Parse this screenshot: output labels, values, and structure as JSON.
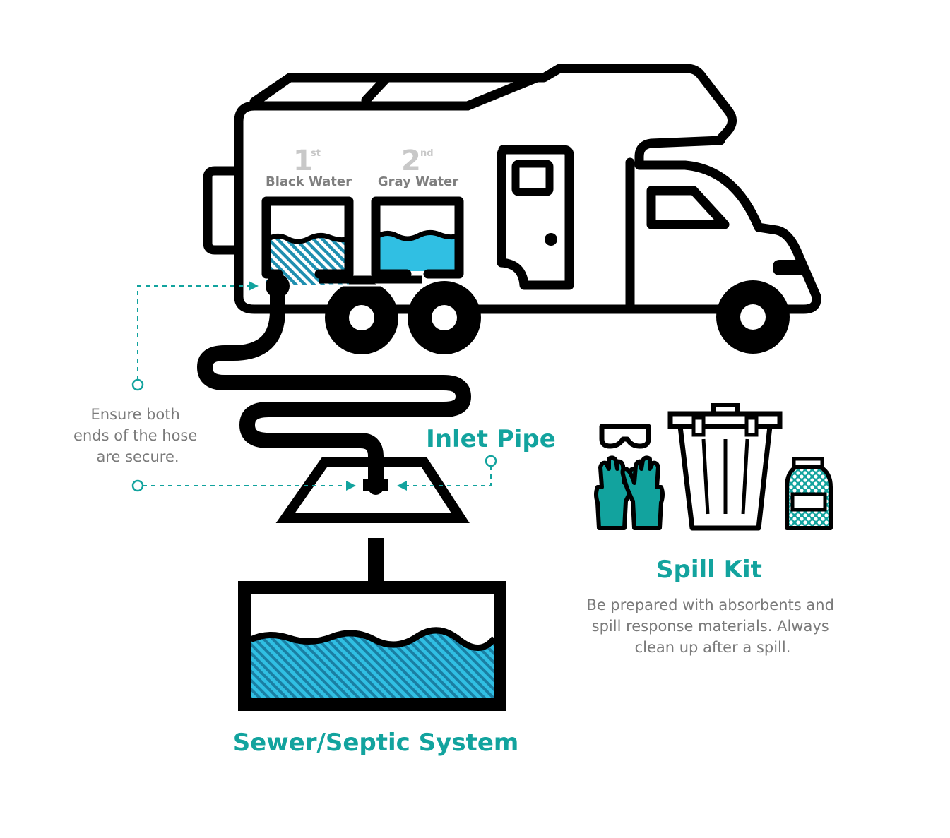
{
  "colors": {
    "teal": "#12a39e",
    "light_blue": "#30bfe3",
    "black": "#000000",
    "note_gray": "#7a7a7a",
    "number_gray": "#c8c8c8"
  },
  "tanks": [
    {
      "number": "1",
      "ordinal": "st",
      "name": "Black Water"
    },
    {
      "number": "2",
      "ordinal": "nd",
      "name": "Gray Water"
    }
  ],
  "hose_note": [
    "Ensure both",
    "ends of the hose",
    "are secure."
  ],
  "inlet_label": "Inlet Pipe",
  "spill_kit": {
    "title": "Spill Kit",
    "description": [
      "Be prepared with absorbents and",
      "spill response materials. Always",
      "clean up after a spill."
    ]
  },
  "sewer_label": "Sewer/Septic System",
  "icons": [
    "rv-icon",
    "hose-icon",
    "inlet-pipe-icon",
    "septic-tank-icon",
    "goggles-icon",
    "gloves-icon",
    "trash-can-icon",
    "absorbent-bottle-icon"
  ]
}
